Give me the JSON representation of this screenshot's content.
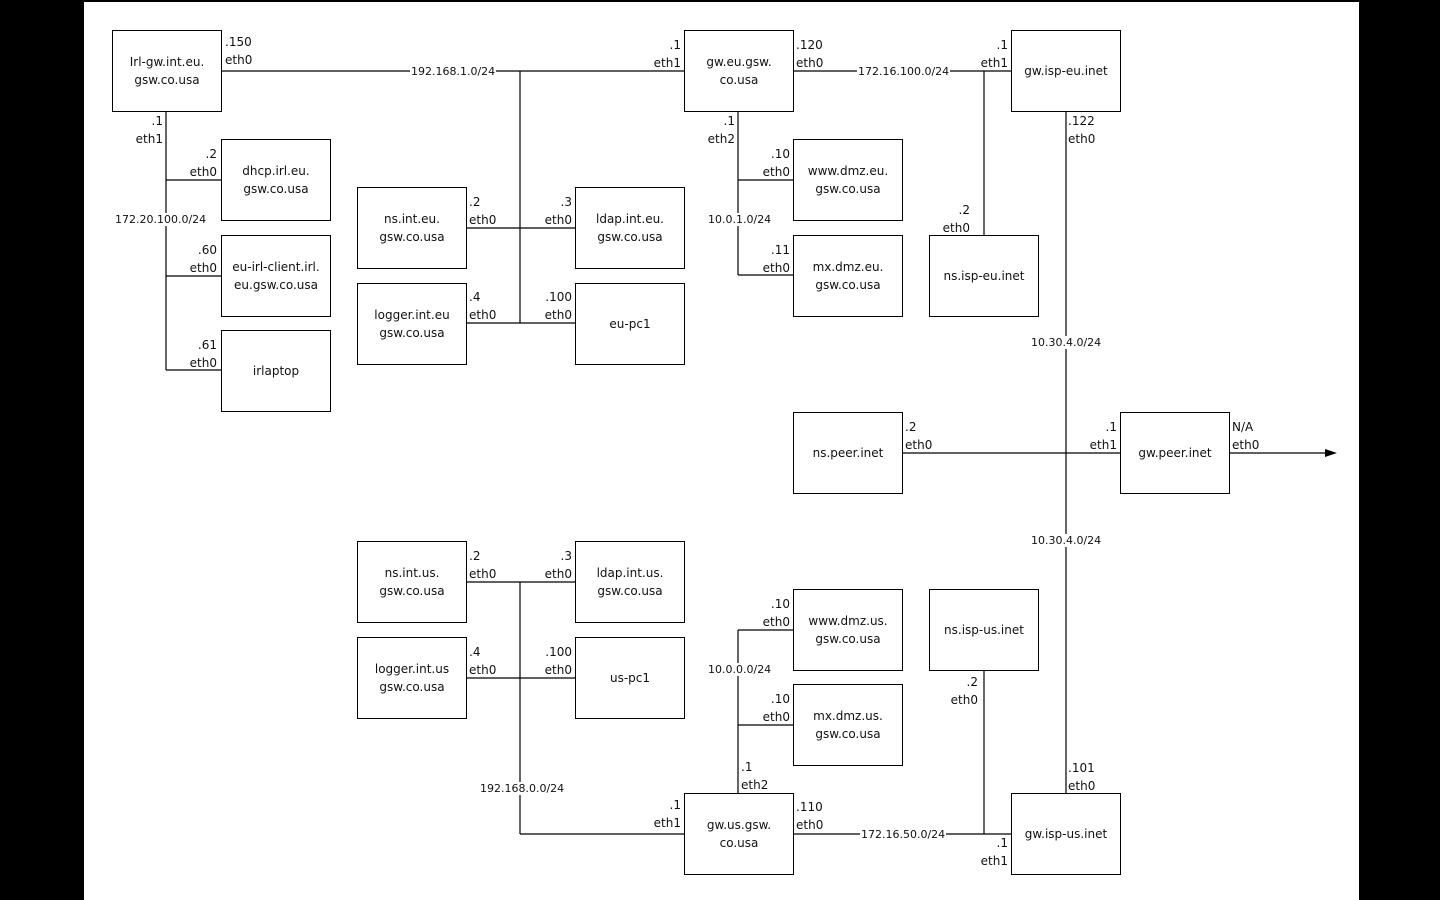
{
  "diagram": {
    "title": "Network topology",
    "colors": {
      "background": "#ffffff",
      "frame": "#000000",
      "line": "#000000"
    },
    "nodes": {
      "irl_gw": "Irl-gw.int.eu.\ngsw.co.usa",
      "dhcp_irl": "dhcp.irl.eu.\ngsw.co.usa",
      "eu_irl_client": "eu-irl-client.irl.\neu.gsw.co.usa",
      "irlaptop": "irlaptop",
      "ns_int_eu": "ns.int.eu.\ngsw.co.usa",
      "ldap_int_eu": "ldap.int.eu.\ngsw.co.usa",
      "logger_int_eu": "logger.int.eu\ngsw.co.usa",
      "eu_pc1": "eu-pc1",
      "gw_eu": "gw.eu.gsw.\nco.usa",
      "www_dmz_eu": "www.dmz.eu.\ngsw.co.usa",
      "mx_dmz_eu": "mx.dmz.eu.\ngsw.co.usa",
      "gw_isp_eu": "gw.isp-eu.inet",
      "ns_isp_eu": "ns.isp-eu.inet",
      "ns_peer": "ns.peer.inet",
      "gw_peer": "gw.peer.inet",
      "ns_int_us": "ns.int.us.\ngsw.co.usa",
      "ldap_int_us": "ldap.int.us.\ngsw.co.usa",
      "logger_int_us": "logger.int.us\ngsw.co.usa",
      "us_pc1": "us-pc1",
      "www_dmz_us": "www.dmz.us.\ngsw.co.usa",
      "mx_dmz_us": "mx.dmz.us.\ngsw.co.usa",
      "gw_us": "gw.us.gsw.\nco.usa",
      "ns_isp_us": "ns.isp-us.inet",
      "gw_isp_us": "gw.isp-us.inet"
    },
    "networks": {
      "n192_168_1": "192.168.1.0/24",
      "n172_20_100": "172.20.100.0/24",
      "n172_16_100": "172.16.100.0/24",
      "n10_0_1": "10.0.1.0/24",
      "n10_30_4_top": "10.30.4.0/24",
      "n10_30_4_bottom": "10.30.4.0/24",
      "n10_0_0": "10.0.0.0/24",
      "n192_168_0": "192.168.0.0/24",
      "n172_16_50": "172.16.50.0/24"
    },
    "interfaces": {
      "irl_gw_eth0": ".150\neth0",
      "irl_gw_eth1": ".1\neth1",
      "dhcp_irl_eth0": ".2\neth0",
      "eu_irl_client_eth0": ".60\neth0",
      "irlaptop_eth0": ".61\neth0",
      "ns_int_eu_eth0": ".2\neth0",
      "ldap_int_eu_eth0": ".3\neth0",
      "logger_int_eu_eth0": ".4\neth0",
      "eu_pc1_eth0": ".100\neth0",
      "gw_eu_eth1": ".1\neth1",
      "gw_eu_eth0": ".120\neth0",
      "gw_eu_eth2": ".1\neth2",
      "www_dmz_eu_eth0": ".10\neth0",
      "mx_dmz_eu_eth0": ".11\neth0",
      "gw_isp_eu_eth1": ".1\neth1",
      "gw_isp_eu_eth0": ".122\neth0",
      "ns_isp_eu_eth0": ".2\neth0",
      "ns_peer_eth0": ".2\neth0",
      "gw_peer_eth1": ".1\neth1",
      "gw_peer_eth0": "N/A\neth0",
      "ns_int_us_eth0": ".2\neth0",
      "ldap_int_us_eth0": ".3\neth0",
      "logger_int_us_eth0": ".4\neth0",
      "us_pc1_eth0": ".100\neth0",
      "www_dmz_us_eth0": ".10\neth0",
      "mx_dmz_us_eth0": ".10\neth0",
      "gw_us_eth2": ".1\neth2",
      "gw_us_eth1": ".1\neth1",
      "gw_us_eth0": ".110\neth0",
      "ns_isp_us_eth0": ".2\neth0",
      "gw_isp_us_eth0": ".101\neth0",
      "gw_isp_us_eth1": ".1\neth1"
    }
  }
}
